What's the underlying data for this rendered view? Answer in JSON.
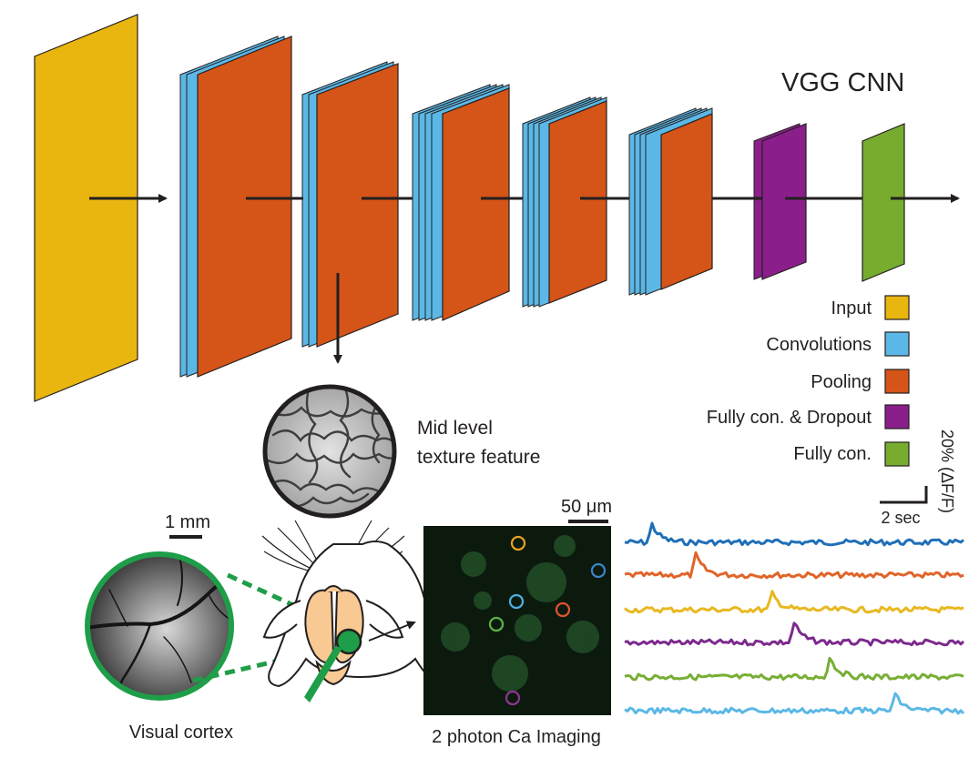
{
  "figure": {
    "network_title": "VGG CNN",
    "legend": [
      {
        "label": "Input",
        "color": "#E9B50F"
      },
      {
        "label": "Convolutions",
        "color": "#5BB8E6"
      },
      {
        "label": "Pooling",
        "color": "#D55417"
      },
      {
        "label": "Fully con. & Dropout",
        "color": "#8A1F8B"
      },
      {
        "label": "Fully con.",
        "color": "#77AC2F"
      }
    ],
    "feature_label_line1": "Mid level",
    "feature_label_line2": "texture feature",
    "scale_mm": "1 mm",
    "scale_um": "50 μm",
    "scale_time": "2 sec",
    "scale_amplitude": "20% (ΔF/F)",
    "caption_cortex": "Visual cortex",
    "caption_imaging": "2 photon Ca Imaging",
    "roi_colors": [
      "#E9A320",
      "#3A86C8",
      "#4DB0E0",
      "#E0552C",
      "#5FB345",
      "#8E3594"
    ],
    "trace_colors": [
      "#1F6FB8",
      "#E0652A",
      "#E8B820",
      "#7D2A8D",
      "#78AE35",
      "#5BB8E6"
    ],
    "cortex_ring_color": "#1E9E48"
  }
}
